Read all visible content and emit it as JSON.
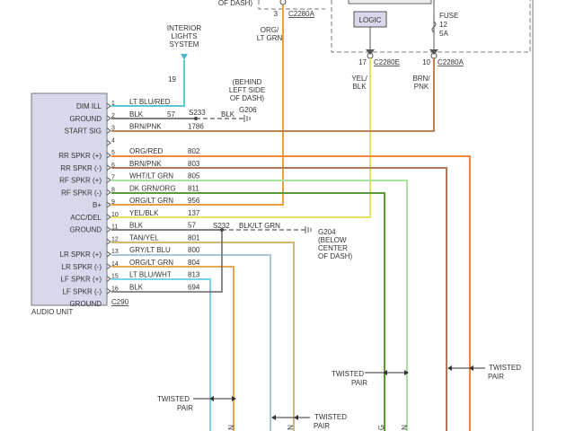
{
  "audio_unit": {
    "name": "AUDIO UNIT",
    "connector": "C290",
    "pins": [
      {
        "n": "1",
        "label": "DIM ILL",
        "color": "LT BLU/RED",
        "circuit": "",
        "hex": "#5bc8d8"
      },
      {
        "n": "2",
        "label": "GROUND",
        "color": "BLK",
        "circuit": "57",
        "hex": "#555555"
      },
      {
        "n": "3",
        "label": "START SIG",
        "color": "BRN/PNK",
        "circuit": "1786",
        "hex": "#c08050"
      },
      {
        "n": "4",
        "label": "",
        "color": "",
        "circuit": "",
        "hex": ""
      },
      {
        "n": "5",
        "label": "RR SPKR (+)",
        "color": "ORG/RED",
        "circuit": "802",
        "hex": "#f0883a"
      },
      {
        "n": "6",
        "label": "RR SPKR (-)",
        "color": "BRN/PNK",
        "circuit": "803",
        "hex": "#b07a5a"
      },
      {
        "n": "7",
        "label": "RF SPKR (+)",
        "color": "WHT/LT GRN",
        "circuit": "805",
        "hex": "#a8e0a0"
      },
      {
        "n": "8",
        "label": "RF SPKR (-)",
        "color": "DK GRN/ORG",
        "circuit": "811",
        "hex": "#5a9a3a"
      },
      {
        "n": "9",
        "label": "B+",
        "color": "ORG/LT GRN",
        "circuit": "956",
        "hex": "#e8a040"
      },
      {
        "n": "10",
        "label": "ACC/DEL",
        "color": "YEL/BLK",
        "circuit": "137",
        "hex": "#e8e060"
      },
      {
        "n": "11",
        "label": "GROUND",
        "color": "BLK",
        "circuit": "57",
        "hex": "#555555"
      },
      {
        "n": "12",
        "label": "",
        "color": "TAN/YEL",
        "circuit": "801",
        "hex": "#d8b870"
      },
      {
        "n": "13",
        "label": "LR SPKR (+)",
        "color": "GRY/LT BLU",
        "circuit": "800",
        "hex": "#a8c8d8"
      },
      {
        "n": "14",
        "label": "LR SPKR (-)",
        "color": "ORG/LT GRN",
        "circuit": "804",
        "hex": "#e8a850"
      },
      {
        "n": "15",
        "label": "LF SPKR (+)",
        "color": "LT BLU/WHT",
        "circuit": "813",
        "hex": "#70d8e8"
      },
      {
        "n": "16",
        "label": "LF SPKR (-)",
        "color": "BLK",
        "circuit": "694",
        "hex": "#666666"
      },
      {
        "n": "",
        "label": "GROUND",
        "color": "",
        "circuit": "",
        "hex": ""
      }
    ]
  },
  "interior_lights": {
    "l1": "INTERIOR",
    "l2": "LIGHTS",
    "l3": "SYSTEM",
    "pin": "19"
  },
  "top_left": {
    "frag": "OF DASH)",
    "pin": "3",
    "connector": "C2280A",
    "wire_l1": "ORG/",
    "wire_l2": "LT GRN"
  },
  "logic_label": "LOGIC",
  "fuse": {
    "l1": "FUSE",
    "l2": "12",
    "l3": "5A"
  },
  "c2280e": {
    "pin": "17",
    "connector": "C2280E",
    "wire_l1": "YEL/",
    "wire_l2": "BLK"
  },
  "c2280a_right": {
    "pin": "10",
    "connector": "C2280A",
    "wire_l1": "BRN/",
    "wire_l2": "PNK"
  },
  "g206": {
    "splice": "S233",
    "wire": "BLK",
    "ground": "G206",
    "n1": "(BEHIND",
    "n2": "LEFT SIDE",
    "n3": "OF DASH)"
  },
  "g204": {
    "splice": "S232",
    "wire": "BLK/LT GRN",
    "ground": "G204",
    "n1": "(BELOW",
    "n2": "CENTER",
    "n3": "OF DASH)"
  },
  "twisted_pairs": [
    {
      "l1": "TWISTED",
      "l2": "PAIR"
    },
    {
      "l1": "TWISTED",
      "l2": "PAIR"
    },
    {
      "l1": "TWISTED",
      "l2": "PAIR"
    },
    {
      "l1": "TWISTED",
      "l2": "PAIR"
    }
  ],
  "bottom_fragments": [
    "N",
    "N",
    "G",
    "N"
  ]
}
